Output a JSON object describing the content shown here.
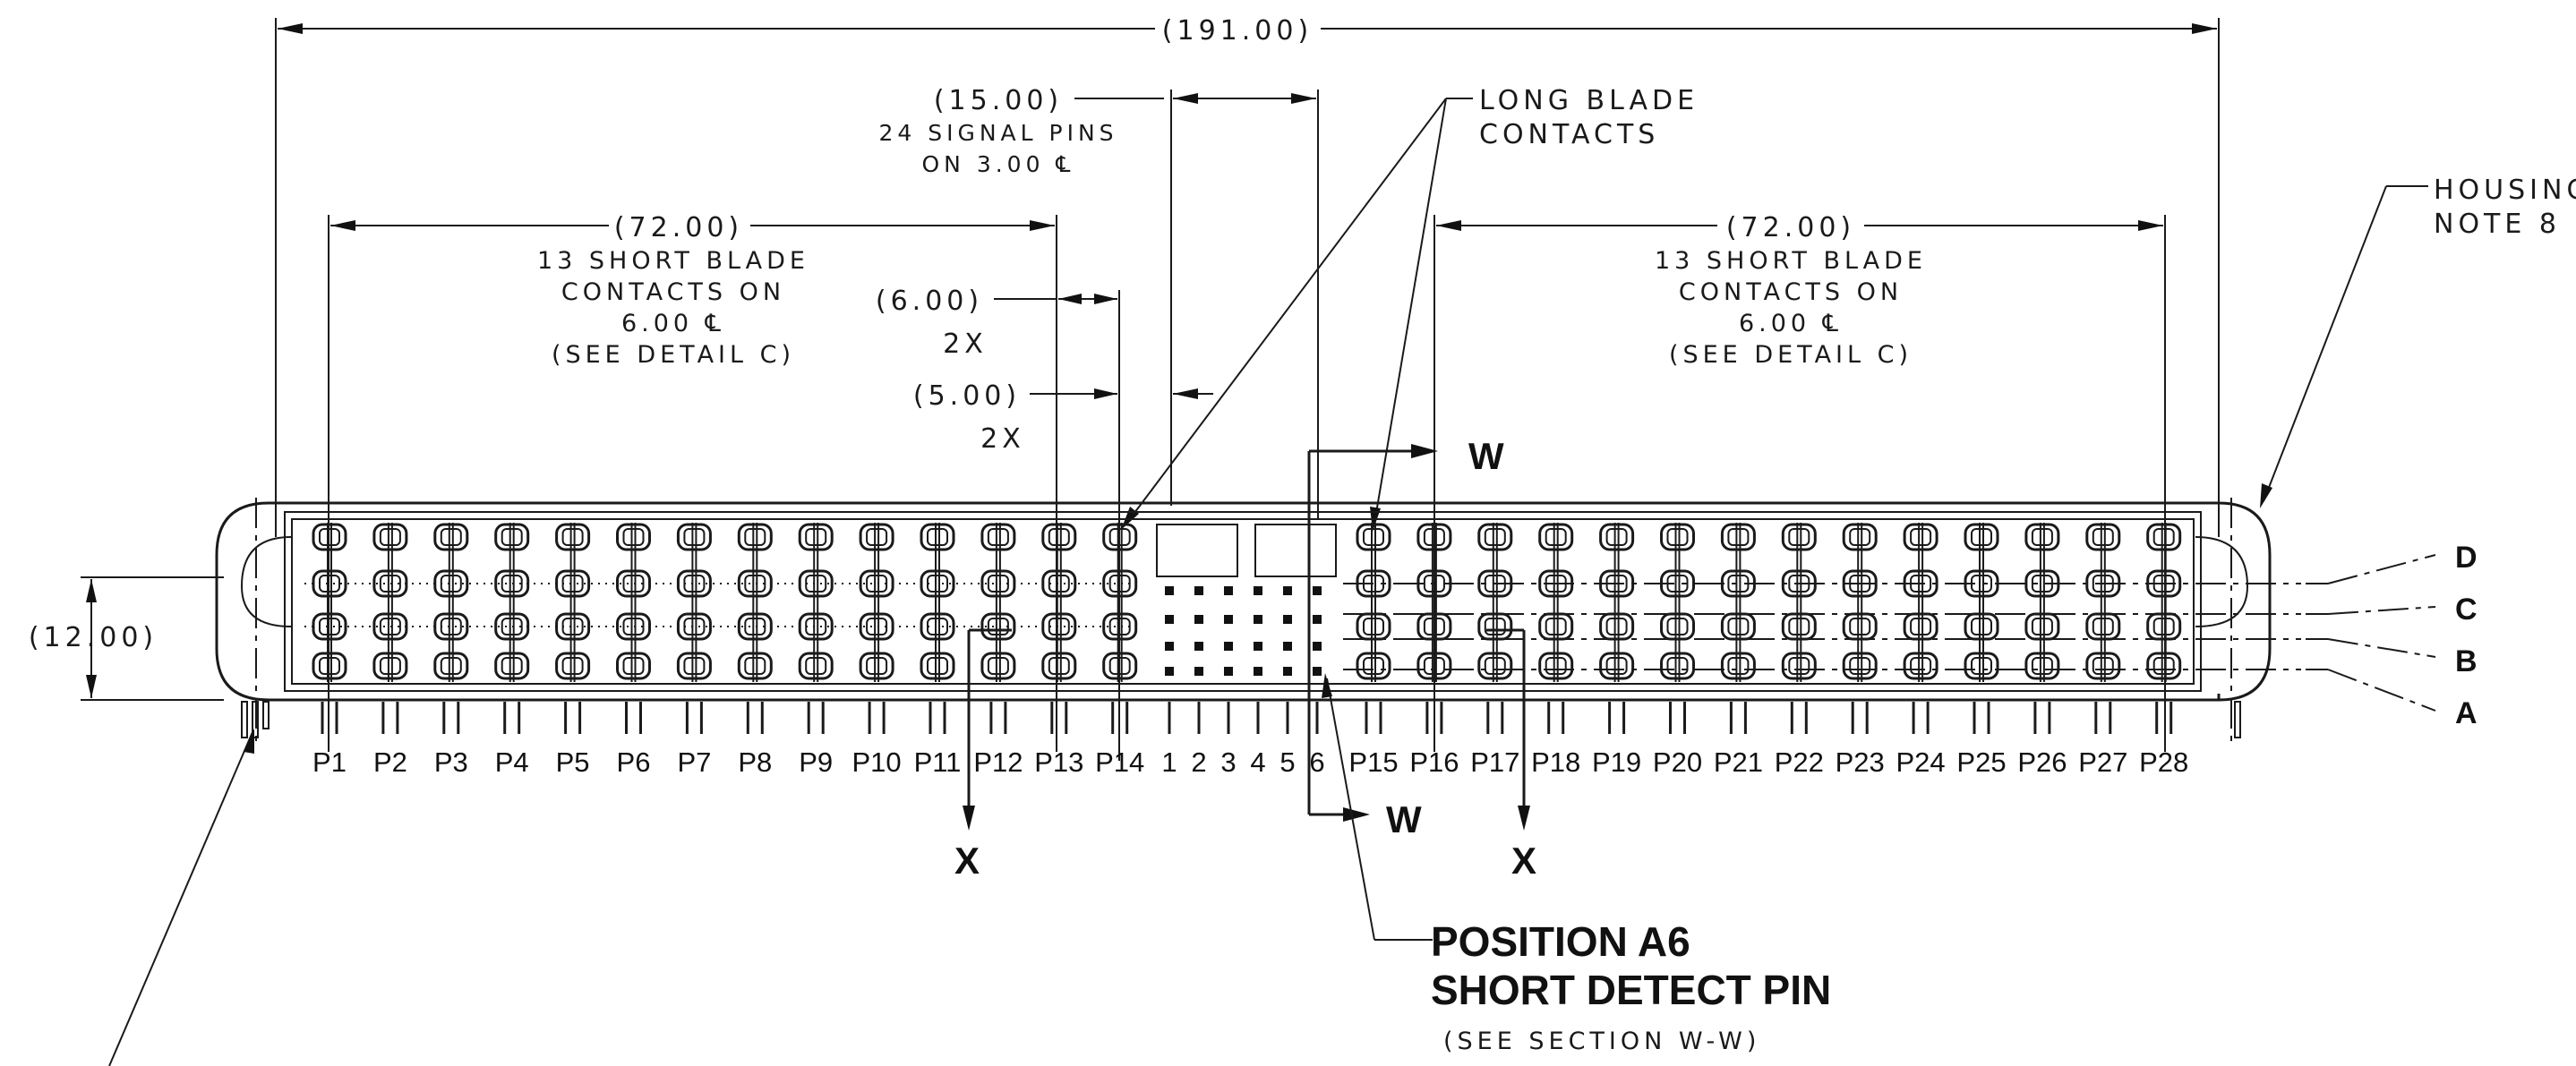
{
  "overall_dim": "(191.00)",
  "signal_dim": {
    "value": "(15.00)",
    "line1": "24 SIGNAL PINS",
    "line2": "ON 3.00 ℄"
  },
  "long_blade": {
    "line1": "LONG BLADE",
    "line2": "CONTACTS"
  },
  "housing_note": {
    "line1": "HOUSING",
    "line2": "NOTE 8"
  },
  "left_short": {
    "value": "(72.00)",
    "line1": "13 SHORT BLADE",
    "line2": "CONTACTS ON",
    "line3": "6.00 ℄",
    "line4": "(SEE DETAIL C)"
  },
  "right_short": {
    "value": "(72.00)",
    "line1": "13 SHORT BLADE",
    "line2": "CONTACTS ON",
    "line3": "6.00 ℄",
    "line4": "(SEE DETAIL C)"
  },
  "dim_6": {
    "value": "(6.00)",
    "count": "2X"
  },
  "dim_5": {
    "value": "(5.00)",
    "count": "2X"
  },
  "height_dim": "(12.00)",
  "section_w": "W",
  "section_x": "X",
  "position_a6": {
    "line1": "POSITION A6",
    "line2": "SHORT DETECT PIN",
    "line3": "(SEE SECTION W-W)"
  },
  "row_labels": [
    "D",
    "C",
    "B",
    "A"
  ],
  "power_pins": [
    "P1",
    "P2",
    "P3",
    "P4",
    "P5",
    "P6",
    "P7",
    "P8",
    "P9",
    "P10",
    "P11",
    "P12",
    "P13",
    "P14",
    "P15",
    "P16",
    "P17",
    "P18",
    "P19",
    "P20",
    "P21",
    "P22",
    "P23",
    "P24",
    "P25",
    "P26",
    "P27",
    "P28"
  ],
  "signal_columns": [
    "1",
    "2",
    "3",
    "4",
    "5",
    "6"
  ]
}
